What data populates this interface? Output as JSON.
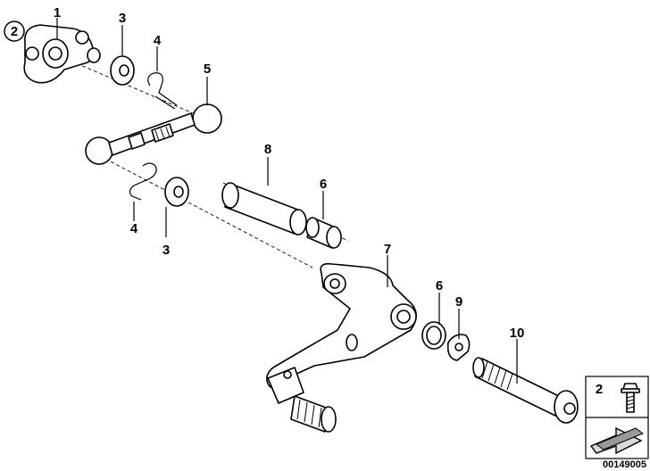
{
  "callouts": {
    "c1": "1",
    "c2": "2",
    "c3a": "3",
    "c3b": "3",
    "c4a": "4",
    "c4b": "4",
    "c5": "5",
    "c6a": "6",
    "c6b": "6",
    "c7": "7",
    "c8": "8",
    "c9": "9",
    "c10": "10"
  },
  "legend": {
    "number": "2"
  },
  "diagram_id": "00149005",
  "colors": {
    "ink": "#000000",
    "paper": "#ffffff",
    "shade": "#d9d9d9"
  }
}
